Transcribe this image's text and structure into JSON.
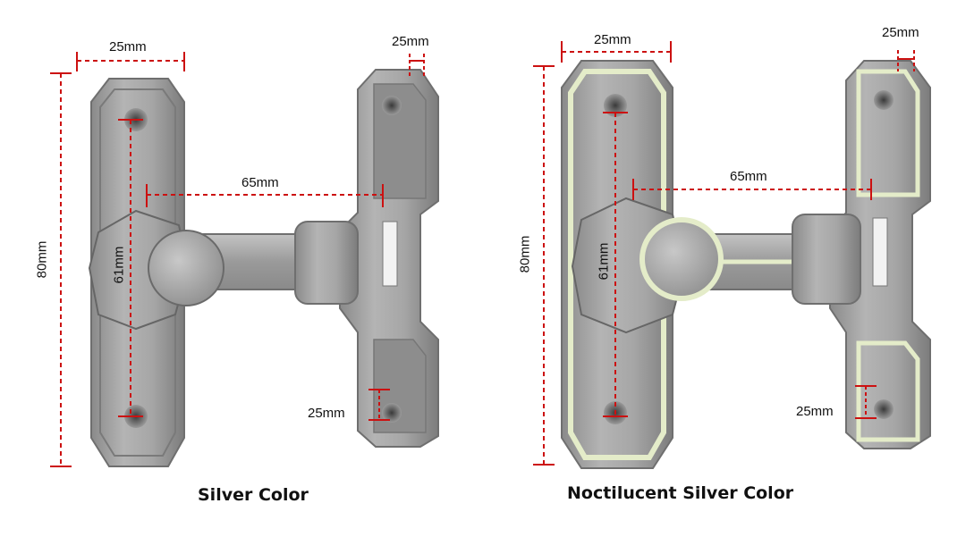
{
  "panels": [
    {
      "caption": "Silver Color",
      "dims": {
        "top_width": "25mm",
        "right_top": "25mm",
        "span": "65mm",
        "height": "80mm",
        "hole_spacing": "61mm",
        "right_bottom": "25mm"
      },
      "glow": false
    },
    {
      "caption": "Noctilucent Silver Color",
      "dims": {
        "top_width": "25mm",
        "right_top": "25mm",
        "span": "65mm",
        "height": "80mm",
        "hole_spacing": "61mm",
        "right_bottom": "25mm"
      },
      "glow": true
    }
  ],
  "colors": {
    "dimension_line": "#cc1111",
    "metal": "#a8a8a8",
    "glow": "#e4ecc9"
  }
}
